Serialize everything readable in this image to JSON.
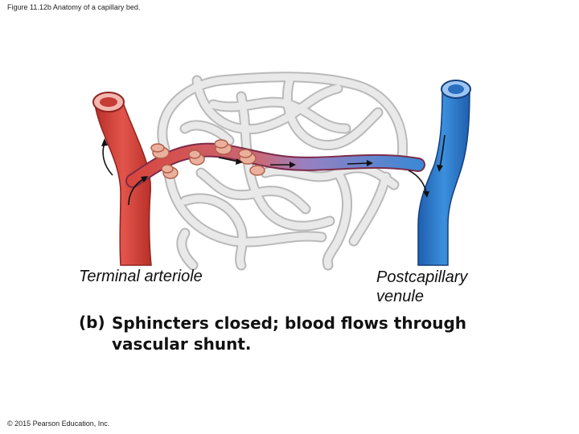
{
  "figure_title": "Figure 11.12b Anatomy of a capillary bed.",
  "labels": {
    "terminal_arteriole": "Terminal arteriole",
    "postcapillary_venule_line1": "Postcapillary",
    "postcapillary_venule_line2": "venule"
  },
  "caption": {
    "part": "(b)",
    "text": "Sphincters closed; blood flows through vascular shunt."
  },
  "copyright": "© 2015 Pearson Education, Inc.",
  "colors": {
    "arteriole": "#d9463d",
    "venule": "#2f7fd0",
    "capillary": "#dcdcdc",
    "sphincter": "#e8a08a",
    "shunt_mix": "#a57ab5"
  }
}
